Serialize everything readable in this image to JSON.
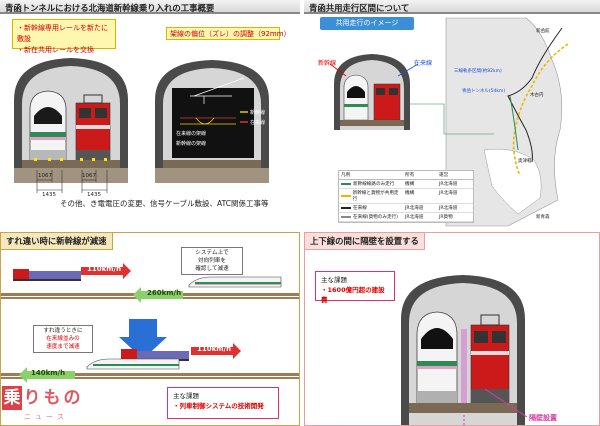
{
  "panel1": {
    "title": "青函トンネルにおける北海道新幹線乗り入れの工事概要",
    "callout_left": [
      "・新幹線専用レールを新たに敷設",
      "・新在共用レールを交換"
    ],
    "callout_right": "架線の偏位（ズレ）の調整（92mm）",
    "legend": [
      "新幹線",
      "在来線"
    ],
    "wire_labels": [
      "在来線の架線",
      "新幹線の架線"
    ],
    "gauge_left": [
      "1067",
      "1435"
    ],
    "gauge_right": [
      "1067",
      "1435"
    ],
    "note": "その他、き電電圧の変更、信号ケーブル敷設、ATC関係工事等"
  },
  "panel2": {
    "title": "青函共用走行区間について",
    "badge": "共用走行のイメージ",
    "label_shinkansen": "新幹線",
    "label_zairai": "在来線",
    "map_labels": [
      "新函館",
      "木古内",
      "青函トンネル(54km)",
      "三線軌条区間(約82km)",
      "奥津軽",
      "新青森"
    ],
    "table_header": [
      "凡例",
      "所有",
      "運営"
    ],
    "table_rows": [
      [
        "新幹線線路のみ走行",
        "機構",
        "JR北海道"
      ],
      [
        "新幹線と貨物が共用走行",
        "機構",
        "JR北海道"
      ],
      [
        "在来線",
        "JR北海道",
        "JR北海道"
      ],
      [
        "在来線(貨物のみ走行)",
        "JR北海道",
        "JR貨物"
      ]
    ]
  },
  "panel3": {
    "title": "すれ違い時に新幹線が減速",
    "speed1": "110km/h",
    "speed2": "260km/h",
    "speed3": "110km/h",
    "speed4": "140km/h",
    "callout_top": [
      "システム上で",
      "対向列車を",
      "確認して減速"
    ],
    "callout_bottom": [
      "すれ違うときに",
      "在来線並みの",
      "速度まで減速"
    ],
    "issue_title": "主な課題",
    "issue_body": "・列車制御システムの技術開発"
  },
  "panel4": {
    "title": "上下線の間に隔壁を設置する",
    "issue_title": "主な課題",
    "issue_body": "・1600億円超の建設費",
    "wall_label": "隔壁設置"
  },
  "watermark": [
    "乗",
    "り",
    "も",
    "の",
    "ニ",
    "ュ",
    "ー",
    "ス"
  ],
  "colors": {
    "shinkansen_green": "#2e8b57",
    "freight_red": "#cc1a1a",
    "highlight": "#ffe600",
    "accent_red": "#e00000"
  }
}
